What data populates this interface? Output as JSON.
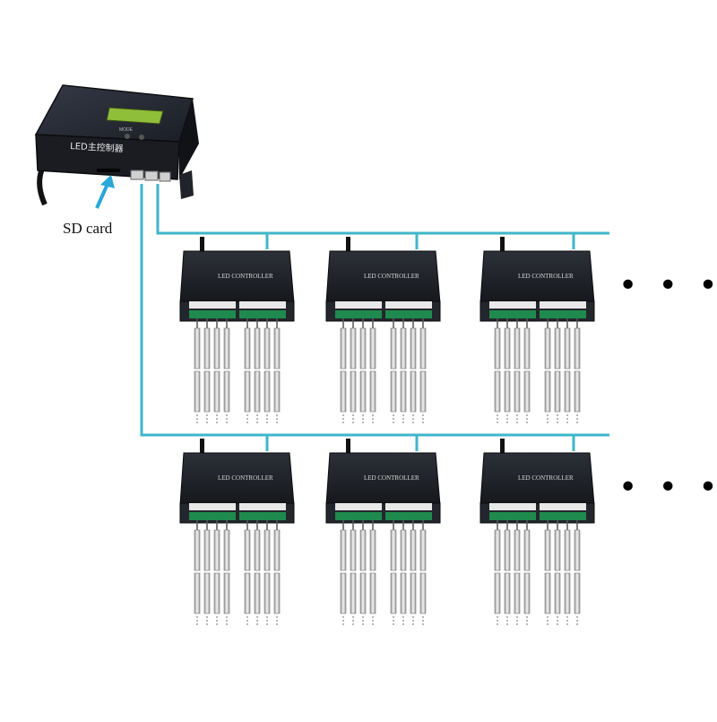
{
  "diagram": {
    "master_controller": {
      "screen_text": "",
      "brand_label": "LED主控制器",
      "small_label": "MODE",
      "sd_card_label": "SD card"
    },
    "slave_controller_label": "LED CONTROLLER",
    "rows": [
      {
        "continuation": "• • •"
      },
      {
        "continuation": "• • •"
      }
    ],
    "colors": {
      "cable": "#3fb6c9",
      "device_body": "#1c1f24",
      "terminal_green": "#1f8a4e",
      "arrow": "#29a7d6"
    }
  }
}
